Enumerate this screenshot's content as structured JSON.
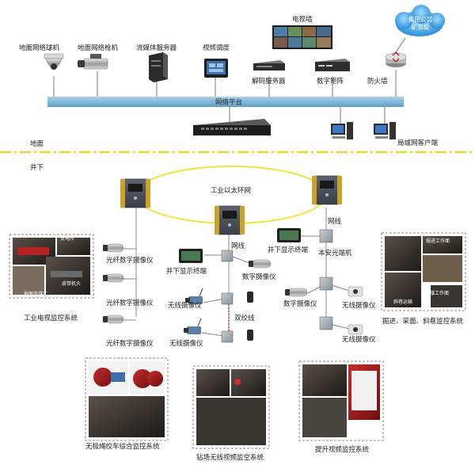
{
  "devices": {
    "ground_ptz_camera": "地面网络球机",
    "ground_bullet_camera": "地面网络枪机",
    "media_server": "流媒体服务器",
    "video_dispatch": "视频调度",
    "video_wall": "电视墙",
    "decode_server": "解码服务器",
    "digital_matrix": "数字矩阵",
    "firewall": "防火墙",
    "group_company": "集团公司\n矿务局",
    "network_platform": "网络平台",
    "lan_client": "局域网客户端"
  },
  "zones": {
    "ground": "地面",
    "underground": "井下"
  },
  "underground": {
    "ring_network": "工业以太环网",
    "network_cable_1": "网线",
    "network_cable_2": "网线",
    "fiber_camera_1": "光纤数字摄像仪",
    "fiber_camera_2": "光纤数字摄像仪",
    "fiber_camera_3": "光纤数字摄像仪",
    "display_terminal_1": "井下显示终端",
    "display_terminal_2": "井下显示终端",
    "digital_camera_1": "数字摄像仪",
    "digital_camera_2": "数字摄像仪",
    "wireless_camera_1": "无线摄像仪",
    "wireless_camera_2": "无线摄像仪",
    "wireless_camera_3": "无线摄像仪",
    "wireless_camera_4": "无线摄像仪",
    "intrinsic_terminal": "本安光端机",
    "twisted_pair": "双绞线"
  },
  "subsystems": {
    "industrial_tv": {
      "title": "工业电视监控系统",
      "labels": [
        "变电所",
        "皮带机头",
        "地面洗煤厂"
      ]
    },
    "excavation": {
      "title": "掘进、采面、斜巷监控系统",
      "labels": [
        "掘进工作面",
        "采煤工作面",
        "斜巷运输"
      ]
    },
    "winch": {
      "title": "无极绳绞车综合监控系统"
    },
    "drilling": {
      "title": "钻场无线视频监空系统"
    },
    "hoist": {
      "title": "提升视频监控系统"
    }
  },
  "colors": {
    "platform_bar": "#7fb6d6",
    "ring": "#f2e33c",
    "ground_divider": "#dede27",
    "twisted_pair": "#d41a1a",
    "cloud": "#4aa8e8"
  }
}
